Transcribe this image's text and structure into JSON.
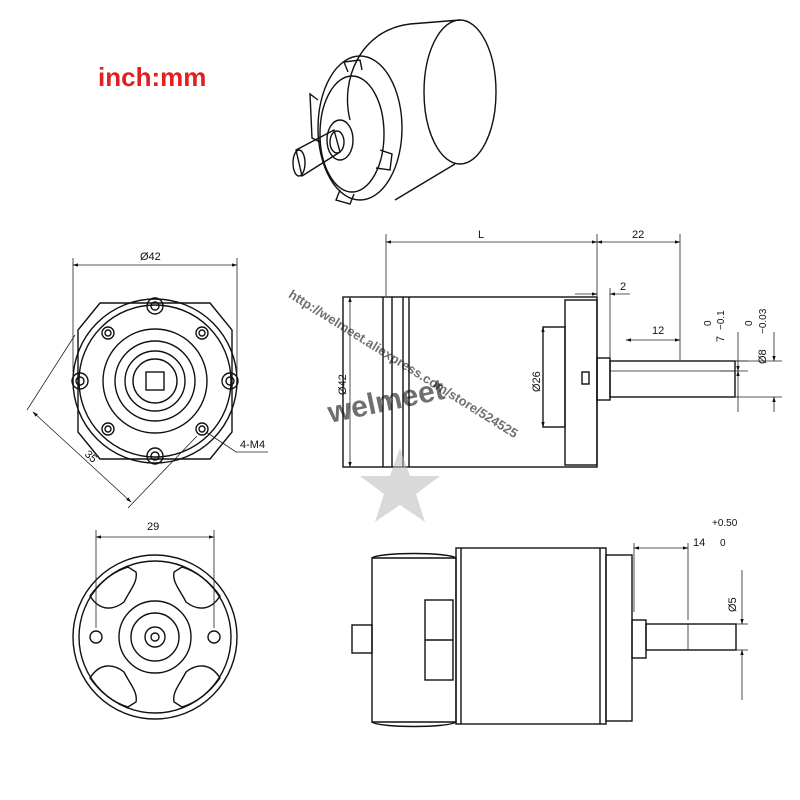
{
  "header": {
    "units_label": "inch:mm"
  },
  "front_view": {
    "dia_label": "Ø42",
    "pcd_label": "35",
    "hole_label": "4-M4"
  },
  "rear_view": {
    "width_label": "29"
  },
  "side_view_top": {
    "length_label": "L",
    "shaft_length_label": "22",
    "flange_label": "2",
    "flat_label": "12",
    "body_dia_label": "Ø42",
    "boss_dia_label": "Ø26",
    "flat_tol_upper": "0",
    "flat_tol_value": "7",
    "flat_tol_lower": "−0.1",
    "shaft_tol_upper": "0",
    "shaft_dia_label": "Ø8",
    "shaft_tol_lower": "−0.03"
  },
  "side_view_bottom": {
    "shaft_len_value": "14",
    "shaft_len_tol_upper": "+0.50",
    "shaft_len_tol_lower": "0",
    "shaft_dia_label": "Ø5"
  },
  "watermark": {
    "brand": "welmeet",
    "url": "http://welmeet.aliexpress.com/store/524525"
  }
}
